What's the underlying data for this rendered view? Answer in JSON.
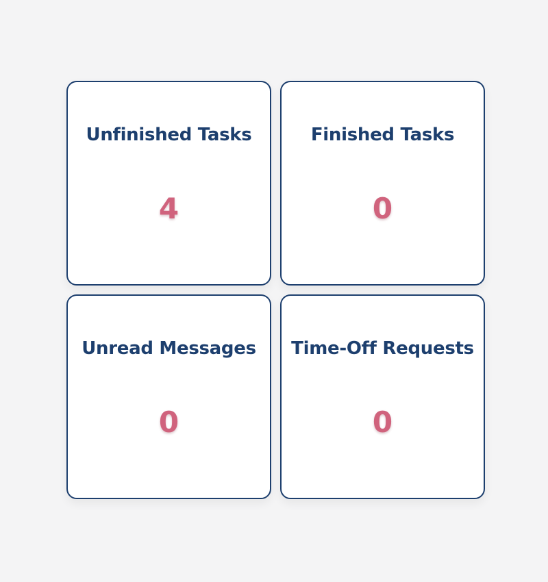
{
  "stats": [
    {
      "title": "Unfinished Tasks",
      "value": "4"
    },
    {
      "title": "Finished Tasks",
      "value": "0"
    },
    {
      "title": "Unread Messages",
      "value": "0"
    },
    {
      "title": "Time-Off Requests",
      "value": "0"
    }
  ],
  "colors": {
    "background": "#f4f4f5",
    "card_border": "#1d3f6e",
    "title_text": "#1d3f6e",
    "value_text": "#d0637d"
  }
}
